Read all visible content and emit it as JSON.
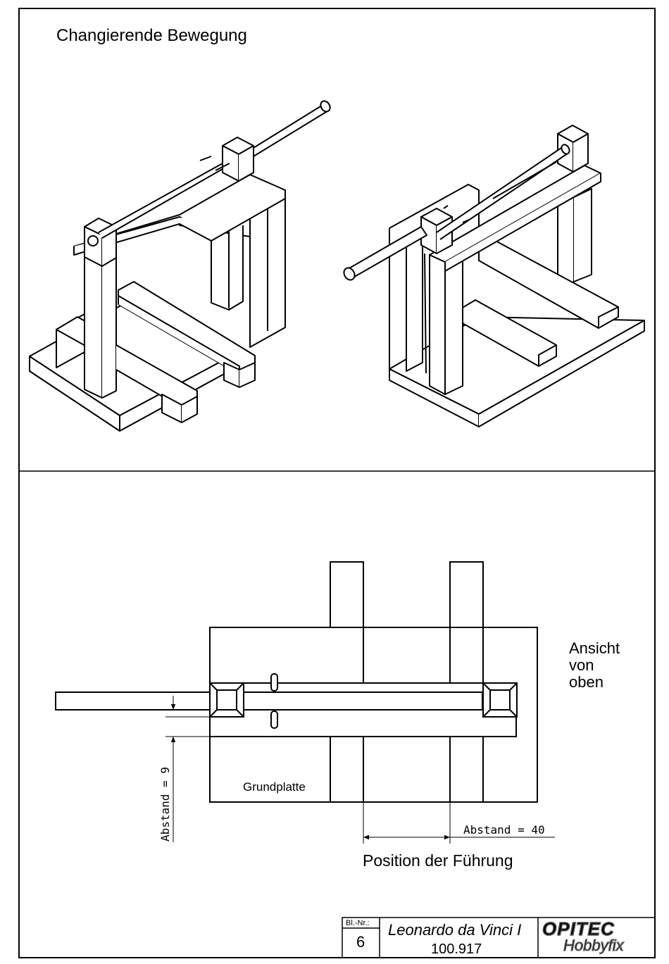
{
  "title": "Changierende Bewegung",
  "top_view": {
    "label_line1": "Ansicht",
    "label_line2": "von",
    "label_line3": "oben",
    "base_plate_label": "Grundplatte",
    "dimension_vertical": "Abstand  =  9",
    "dimension_horizontal": "Abstand  =  40",
    "caption": "Position der Führung"
  },
  "title_block": {
    "sheet_no_label": "Bl.-Nr.:",
    "sheet_no": "6",
    "project_name": "Leonardo da Vinci I",
    "article_no": "100.917",
    "logo_text_1": "OPITEC",
    "logo_text_2": "Hobbyfix"
  }
}
